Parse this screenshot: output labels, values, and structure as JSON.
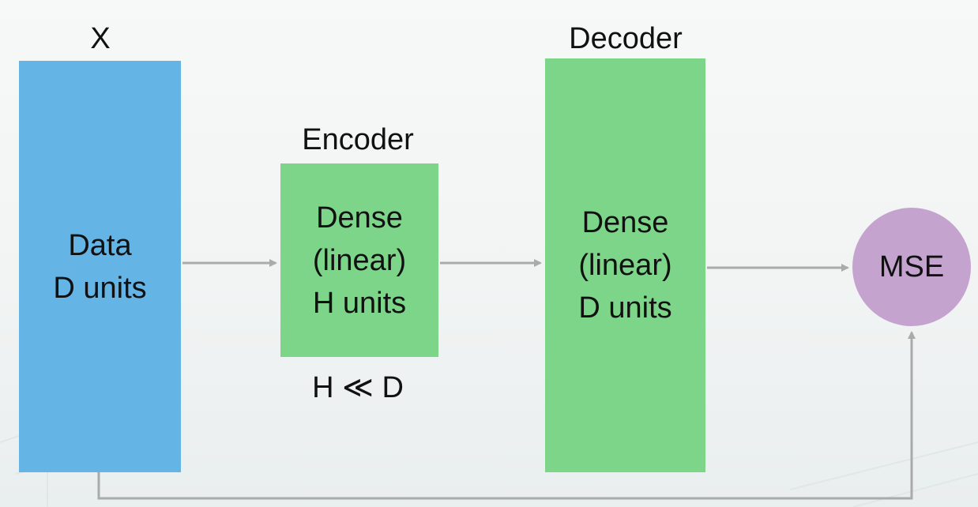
{
  "input_block": {
    "title": "X",
    "lines": [
      "Data",
      "D units"
    ],
    "color": "#64b4e6"
  },
  "encoder": {
    "title": "Encoder",
    "lines": [
      "Dense",
      "(linear)",
      "H units"
    ],
    "note": "H ≪ D",
    "color": "#7dd58a"
  },
  "decoder": {
    "title": "Decoder",
    "lines": [
      "Dense",
      "(linear)",
      "D units"
    ],
    "color": "#7dd58a"
  },
  "loss": {
    "label": "MSE",
    "color": "#c4a3cf"
  },
  "arrow_color": "#a9abab"
}
